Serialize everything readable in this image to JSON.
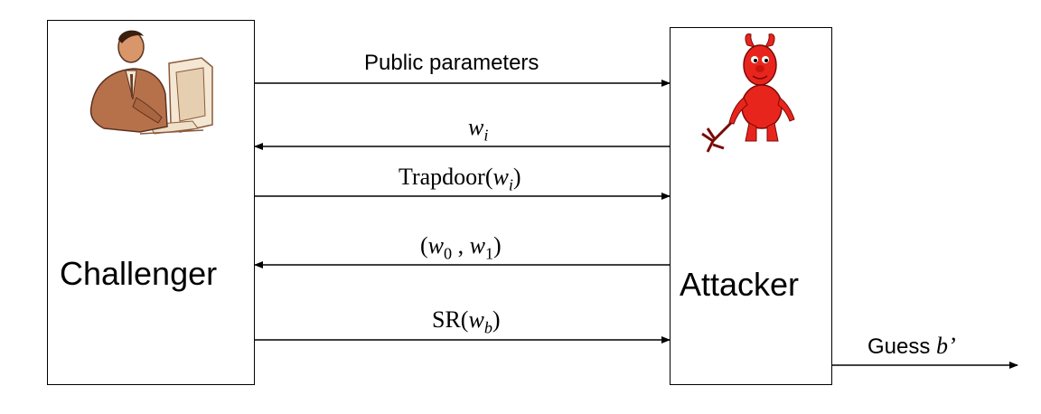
{
  "parties": {
    "challenger": "Challenger",
    "attacker": "Attacker"
  },
  "messages": {
    "public_parameters": "Public parameters",
    "wi_var": "w",
    "wi_sub": "i",
    "trapdoor_fn": "Trapdoor(",
    "trapdoor_var": "w",
    "trapdoor_sub": "i",
    "trapdoor_close": ")",
    "pair_open": "(",
    "pair_var0": "w",
    "pair_sub0": "0",
    "pair_sep": " , ",
    "pair_var1": "w",
    "pair_sub1": "1",
    "pair_close": ")",
    "sr_fn": "SR(",
    "sr_var": "w",
    "sr_sub": "b",
    "sr_close": ")",
    "guess_text": "Guess ",
    "guess_var": "b’"
  },
  "icons": {
    "challenger": "person-at-computer-icon",
    "attacker": "red-devil-icon"
  },
  "colors": {
    "line": "#000000",
    "devil": "#e8251c",
    "person_skin": "#c8845a"
  }
}
